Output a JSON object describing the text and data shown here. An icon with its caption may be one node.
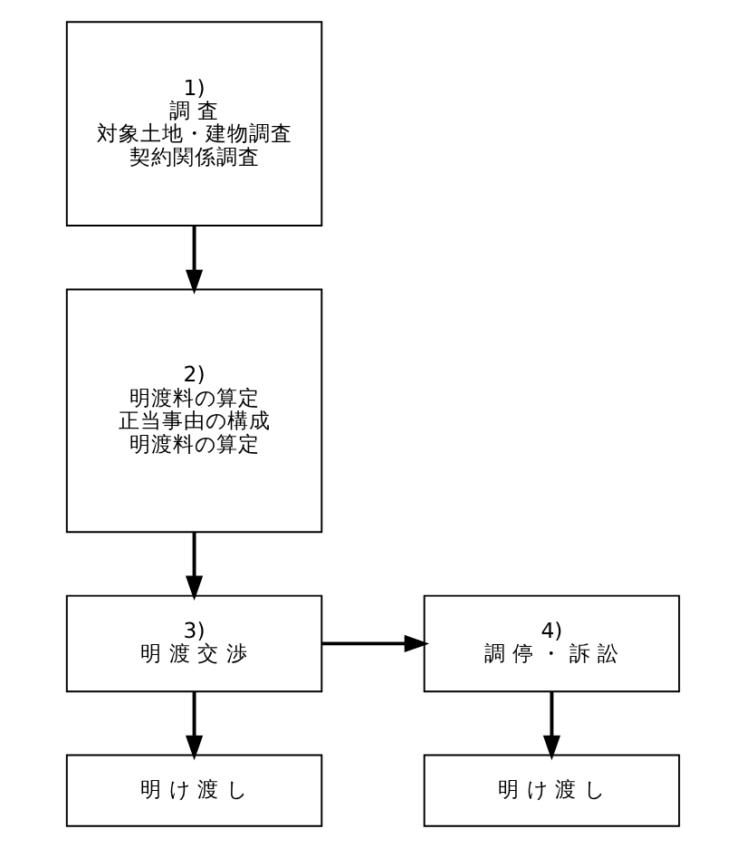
{
  "diagram": {
    "nodes": [
      {
        "text": [
          "1)",
          "調 査",
          "対象土地・建物調査",
          "契約関係調査"
        ]
      },
      {
        "text": [
          "2)",
          "明渡料の算定",
          "正当事由の構成",
          "明渡料の算定"
        ]
      },
      {
        "text": [
          "3)",
          "明 渡 交 渉"
        ]
      },
      {
        "text": [
          "4)",
          "調 停 ・ 訴 訟"
        ]
      },
      {
        "text": [
          "明 け 渡 し"
        ]
      },
      {
        "text": [
          "明 け 渡 し"
        ]
      }
    ],
    "edges": [
      {
        "from": 0,
        "to": 1,
        "arrow": "to"
      },
      {
        "from": 1,
        "to": 2,
        "arrow": "to"
      },
      {
        "from": 2,
        "to": 3,
        "arrow": "to"
      },
      {
        "from": 2,
        "to": 4,
        "arrow": "to"
      },
      {
        "from": 3,
        "to": 5,
        "arrow": "to"
      }
    ]
  }
}
